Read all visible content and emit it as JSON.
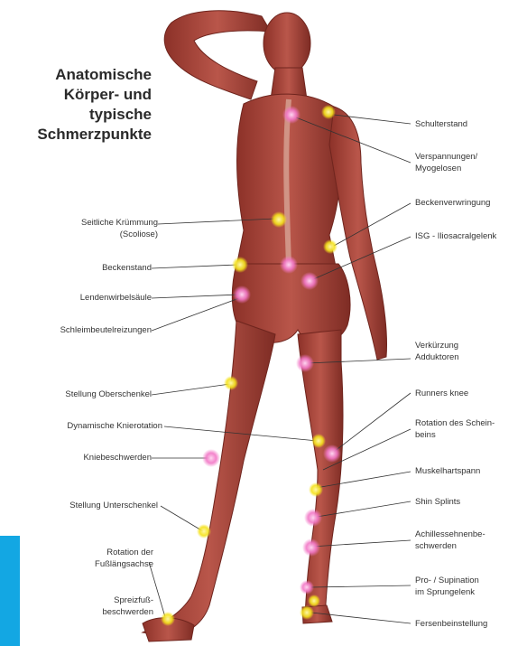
{
  "title": {
    "line1": "Anatomische",
    "line2": "Körper- und",
    "line3": "typische",
    "line4": "Schmerzpunkte"
  },
  "labels_left": {
    "scoliose_1": "Seitliche Krümmung",
    "scoliose_2": "(Scoliose)",
    "beckenstand": "Beckenstand",
    "lendenwirbel": "Lendenwirbelsäule",
    "schleimbeutel": "Schleimbeutelreizungen",
    "oberschenkel": "Stellung Oberschenkel",
    "knierotation": "Dynamische Knierotation",
    "kniebeschwerden": "Kniebeschwerden",
    "unterschenkel": "Stellung Unterschenkel",
    "fusslaengs_1": "Rotation der",
    "fusslaengs_2": "Fußlängsachse",
    "spreizfuss_1": "Spreizfuß-",
    "spreizfuss_2": "beschwerden"
  },
  "labels_right": {
    "schulterstand": "Schulterstand",
    "verspannungen_1": "Verspannungen/",
    "verspannungen_2": "Myogelosen",
    "beckenverwringung": "Beckenverwringung",
    "isg": "ISG - Iliosacralgelenk",
    "verkuerzung_1": "Verkürzung",
    "verkuerzung_2": "Adduktoren",
    "runners": "Runners knee",
    "schienbein_1": "Rotation des Schein-",
    "schienbein_2": "beins",
    "muskelhartspann": "Muskelhartspann",
    "shin": "Shin Splints",
    "achilles_1": "Achillessehnenbe-",
    "achilles_2": "schwerden",
    "supination_1": "Pro- / Supination",
    "supination_2": "im Sprungelenk",
    "fersenbein": "Fersenbeinstellung"
  },
  "colors": {
    "accent_bar": "#13a7e3",
    "marker_yellow": "#f4e21a",
    "marker_pink": "#f277c6",
    "muscle": "#a8473b",
    "leader_line": "#333333"
  }
}
